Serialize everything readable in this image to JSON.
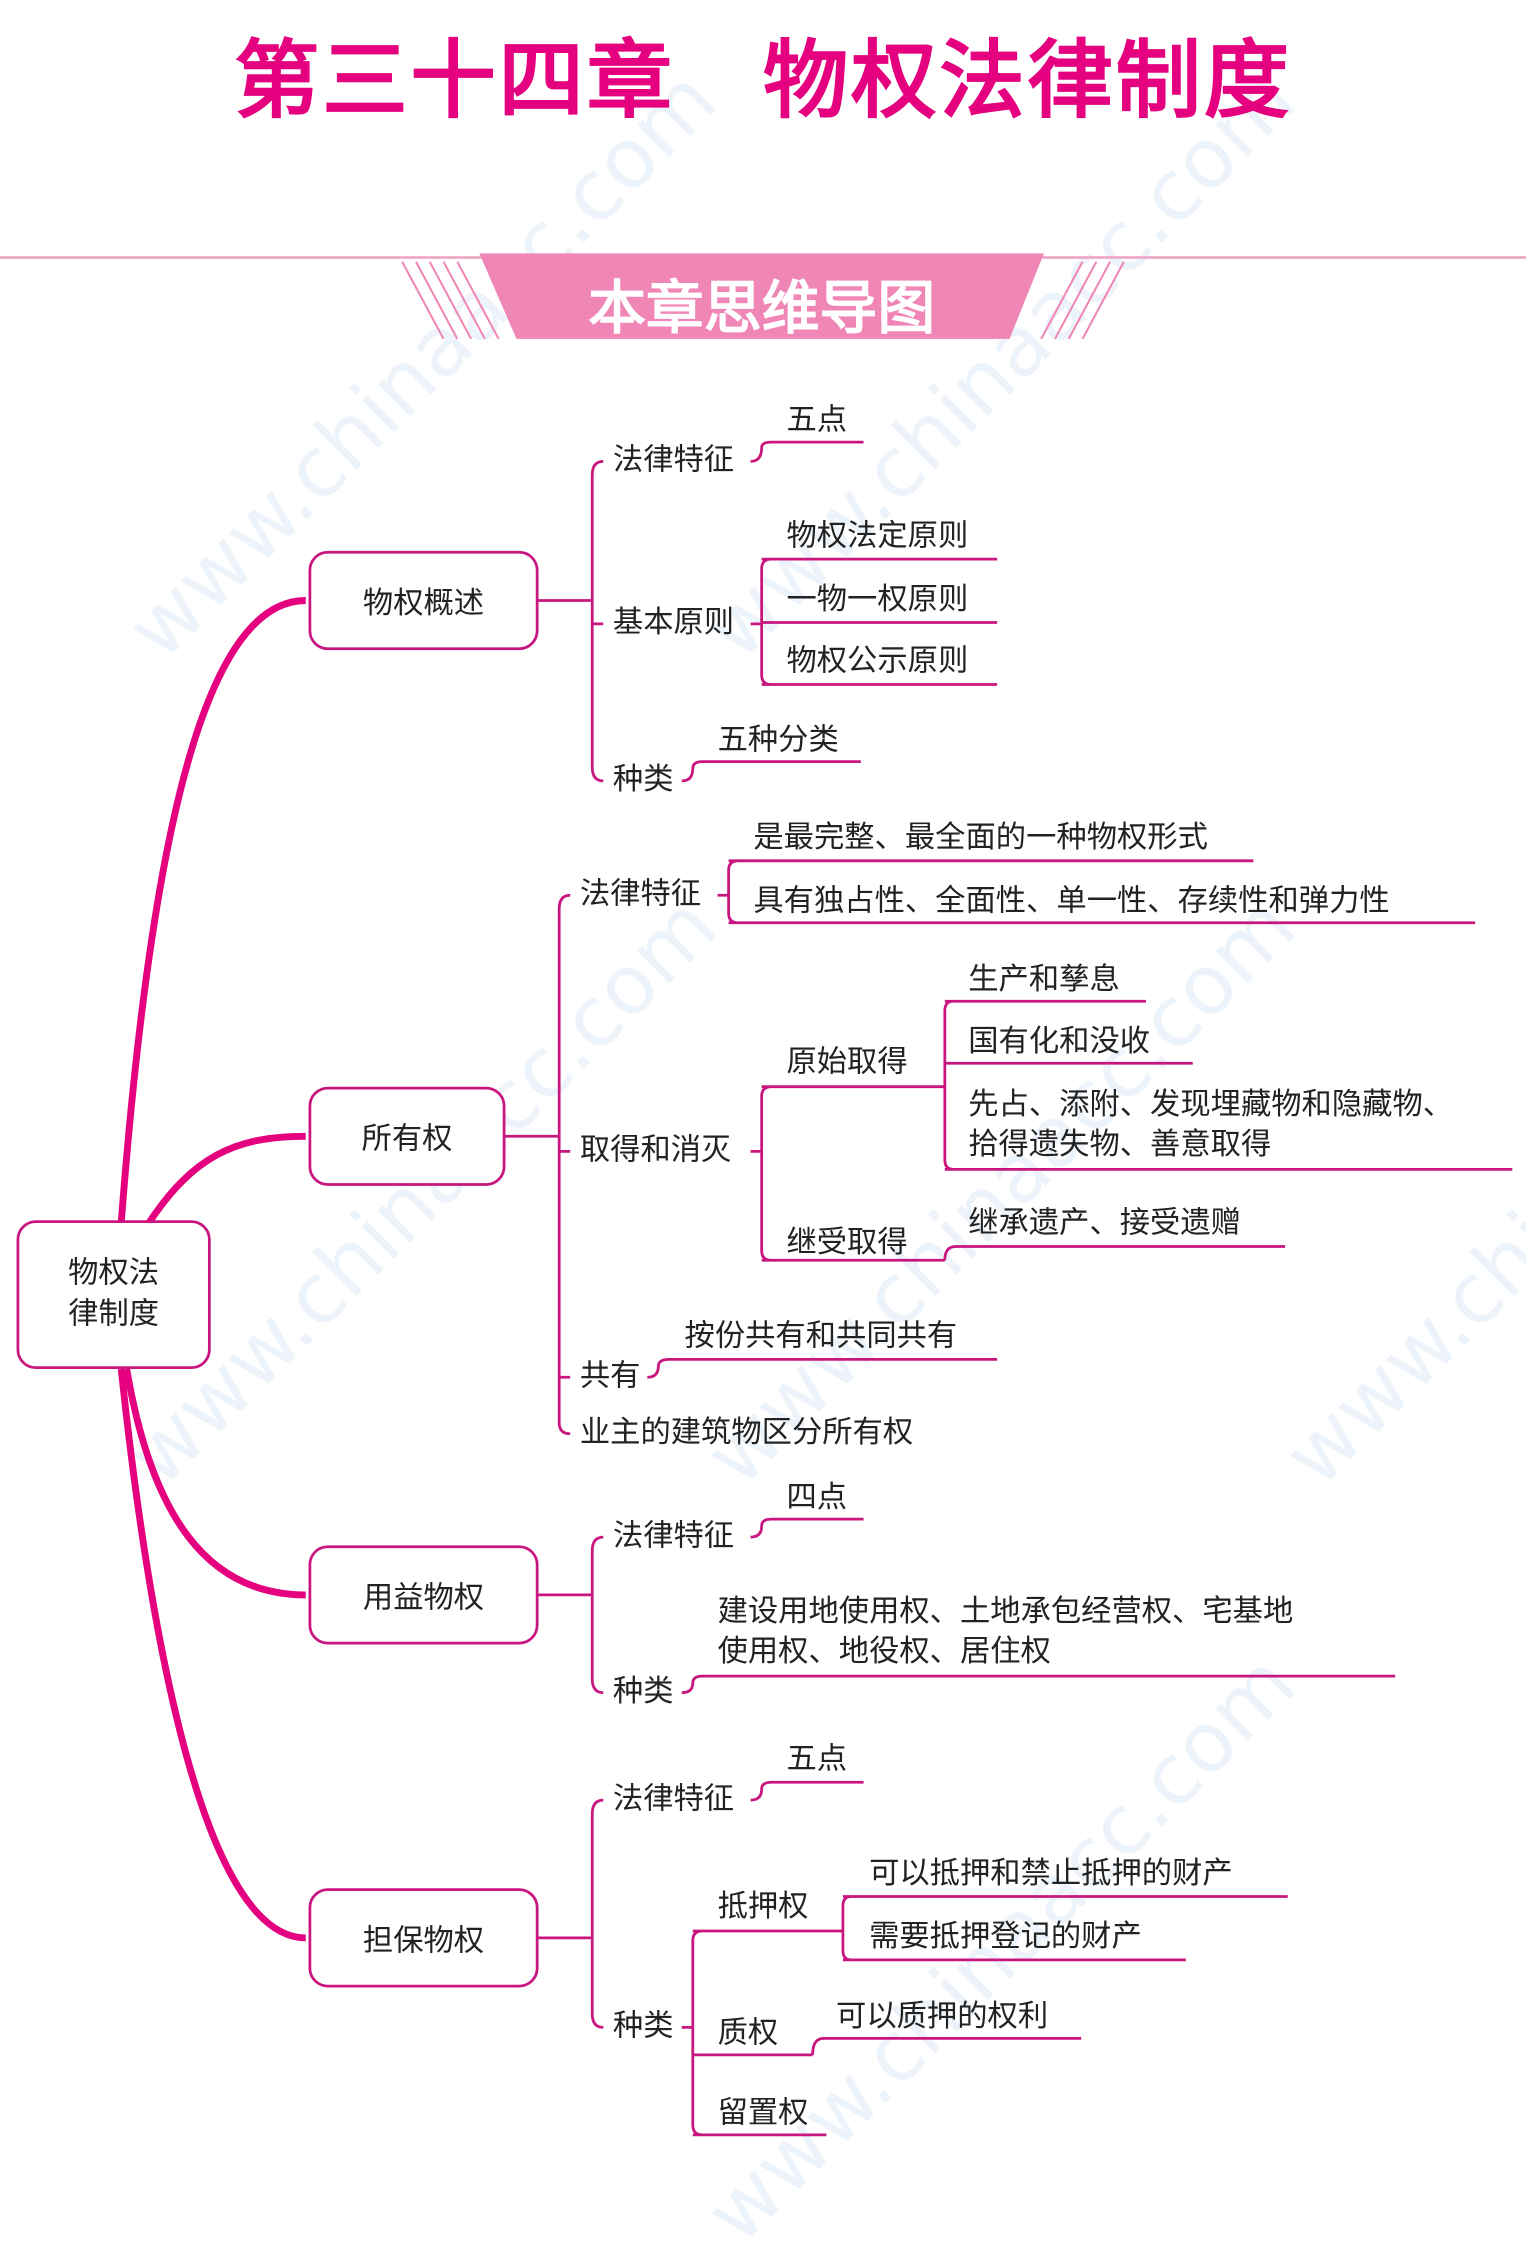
{
  "title": "第三十四章　物权法律制度",
  "banner": "本章思维导图",
  "colors": {
    "accent": "#e4007f",
    "line": "#c8167e",
    "banner": "#ef86b5"
  },
  "root": "物权法\n律制度",
  "branches": {
    "overview": {
      "label": "物权概述",
      "legal_features": "法律特征",
      "features_value": "五点",
      "principles": "基本原则",
      "principle_items": [
        "物权法定原则",
        "一物一权原则",
        "物权公示原则"
      ],
      "types": "种类",
      "types_value": "五种分类"
    },
    "ownership": {
      "label": "所有权",
      "legal_features": "法律特征",
      "features_items": [
        "是最完整、最全面的一种物权形式",
        "具有独占性、全面性、单一性、存续性和弹力性"
      ],
      "acquire": "取得和消灭",
      "original": "原始取得",
      "original_items": [
        "生产和孳息",
        "国有化和没收",
        "先占、添附、发现埋藏物和隐藏物、",
        "拾得遗失物、善意取得"
      ],
      "derived": "继受取得",
      "derived_value": "继承遗产、接受遗赠",
      "co_own": "共有",
      "co_own_value": "按份共有和共同共有",
      "condo": "业主的建筑物区分所有权"
    },
    "usufruct": {
      "label": "用益物权",
      "legal_features": "法律特征",
      "features_value": "四点",
      "types": "种类",
      "types_lines": [
        "建设用地使用权、土地承包经营权、宅基地",
        "使用权、地役权、居住权"
      ]
    },
    "security": {
      "label": "担保物权",
      "legal_features": "法律特征",
      "features_value": "五点",
      "types": "种类",
      "mortgage": "抵押权",
      "mortgage_items": [
        "可以抵押和禁止抵押的财产",
        "需要抵押登记的财产"
      ],
      "pledge": "质权",
      "pledge_value": "可以质押的权利",
      "lien": "留置权"
    }
  }
}
